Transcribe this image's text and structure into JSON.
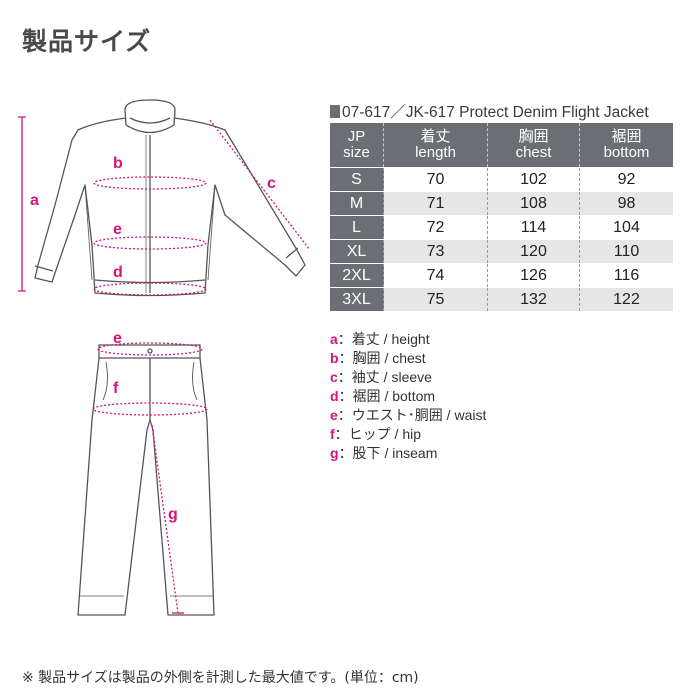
{
  "title": "製品サイズ",
  "product_title": "07-617／JK-617 Protect Denim Flight Jacket",
  "table": {
    "headers": [
      {
        "jp": "JP",
        "en": "size"
      },
      {
        "jp": "着丈",
        "en": "length"
      },
      {
        "jp": "胸囲",
        "en": "chest"
      },
      {
        "jp": "裾囲",
        "en": "bottom"
      }
    ],
    "rows": [
      {
        "size": "S",
        "length": "70",
        "chest": "102",
        "bottom": "92"
      },
      {
        "size": "M",
        "length": "71",
        "chest": "108",
        "bottom": "98"
      },
      {
        "size": "L",
        "length": "72",
        "chest": "114",
        "bottom": "104"
      },
      {
        "size": "XL",
        "length": "73",
        "chest": "120",
        "bottom": "110"
      },
      {
        "size": "2XL",
        "length": "74",
        "chest": "126",
        "bottom": "116"
      },
      {
        "size": "3XL",
        "length": "75",
        "chest": "132",
        "bottom": "122"
      }
    ]
  },
  "legend": [
    {
      "key": "a",
      "text": "：着丈 / height"
    },
    {
      "key": "b",
      "text": "：胸囲 / chest"
    },
    {
      "key": "c",
      "text": "：袖丈 / sleeve"
    },
    {
      "key": "d",
      "text": "：裾囲 / bottom"
    },
    {
      "key": "e",
      "text": "：ウエスト･胴囲 / waist"
    },
    {
      "key": "f",
      "text": "：ヒップ / hip"
    },
    {
      "key": "g",
      "text": "：股下 / inseam"
    }
  ],
  "diagram_labels": {
    "a": "a",
    "b": "b",
    "c": "c",
    "d": "d",
    "e_jacket": "e",
    "e_pants": "e",
    "f": "f",
    "g": "g"
  },
  "note": "※ 製品サイズは製品の外側を計測した最大値です。(単位：cm)",
  "colors": {
    "accent": "#d6137a",
    "header_bg": "#6b6f73",
    "alt_row": "#e6e6e6"
  }
}
